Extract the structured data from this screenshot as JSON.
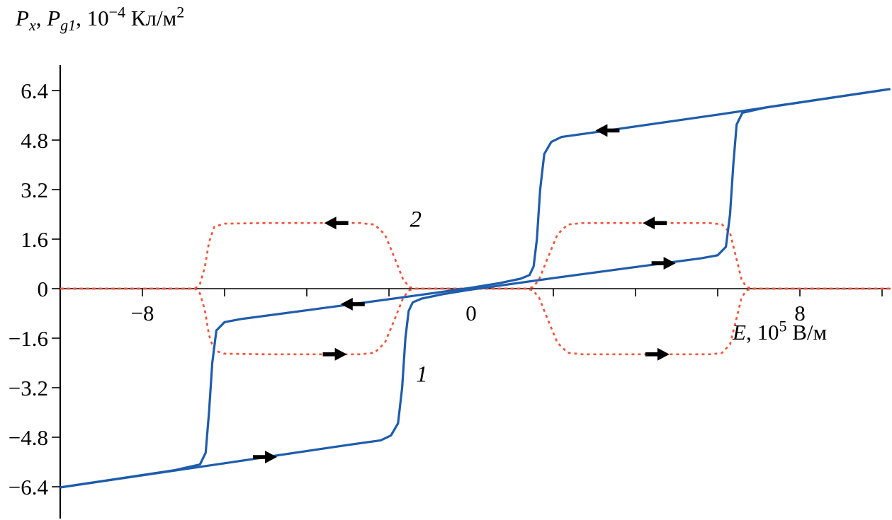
{
  "chart_data": {
    "type": "line",
    "title": "",
    "ylabel_text": "Px, Pg1, 10^−4 Кл/м^2",
    "xlabel_text": "E, 10^5 В/м",
    "ylabel_parts": {
      "p1": "P",
      "p1_sub": "x",
      "sep1": ", ",
      "p2": "P",
      "p2_sub": "g1",
      "sep2": ", 10",
      "exp": "−4",
      "units": " Кл/м",
      "units_exp": "2"
    },
    "xlabel_parts": {
      "e": "E",
      "rest": ", 10",
      "exp": "5",
      "units": " В/м"
    },
    "xlim": [
      -10.0,
      10.2
    ],
    "ylim": [
      -7.3,
      7.2
    ],
    "grid": false,
    "legend_position": "none",
    "x_ticks_labeled": [
      {
        "value": -8,
        "label": "−8"
      },
      {
        "value": 0,
        "label": "0"
      },
      {
        "value": 8,
        "label": "8"
      }
    ],
    "x_ticks_minor": [
      -8,
      -6,
      -4,
      -2,
      2,
      4,
      6,
      8,
      10
    ],
    "y_ticks": [
      {
        "value": 6.4,
        "label": "6.4"
      },
      {
        "value": 4.8,
        "label": "4.8"
      },
      {
        "value": 3.2,
        "label": "3.2"
      },
      {
        "value": 1.6,
        "label": "1.6"
      },
      {
        "value": 0,
        "label": "0"
      },
      {
        "value": -1.6,
        "label": "−1.6"
      },
      {
        "value": -3.2,
        "label": "−3.2"
      },
      {
        "value": -4.8,
        "label": "−4.8"
      },
      {
        "value": -6.4,
        "label": "−6.4"
      }
    ],
    "series": [
      {
        "id": "1",
        "name": "curve 1 (Px, double hysteresis loop)",
        "color": "#1e5cac",
        "dash": "solid",
        "width": 3.2,
        "label": "1",
        "label_pos": [
          -1.2,
          -3.0
        ],
        "branches": [
          [
            [
              -10.0,
              -6.42
            ],
            [
              -6.0,
              -5.64
            ],
            [
              -3.0,
              -5.05
            ],
            [
              -2.2,
              -4.9
            ],
            [
              -1.95,
              -4.74
            ],
            [
              -1.78,
              -4.35
            ],
            [
              -1.68,
              -3.2
            ],
            [
              -1.6,
              -1.6
            ],
            [
              -1.52,
              -0.72
            ],
            [
              -1.42,
              -0.44
            ],
            [
              -1.2,
              -0.32
            ],
            [
              -0.7,
              -0.18
            ],
            [
              0,
              -0.03
            ],
            [
              0.8,
              0.12
            ],
            [
              2.0,
              0.34
            ],
            [
              4.0,
              0.7
            ],
            [
              5.6,
              0.98
            ],
            [
              6.0,
              1.08
            ],
            [
              6.2,
              1.35
            ],
            [
              6.3,
              2.4
            ],
            [
              6.38,
              4.0
            ],
            [
              6.46,
              5.3
            ],
            [
              6.6,
              5.68
            ],
            [
              7.2,
              5.86
            ],
            [
              10.2,
              6.45
            ]
          ],
          [
            [
              10.2,
              6.45
            ],
            [
              6.0,
              5.62
            ],
            [
              3.0,
              5.05
            ],
            [
              2.2,
              4.9
            ],
            [
              1.95,
              4.74
            ],
            [
              1.78,
              4.35
            ],
            [
              1.68,
              3.2
            ],
            [
              1.6,
              1.6
            ],
            [
              1.52,
              0.72
            ],
            [
              1.42,
              0.44
            ],
            [
              1.2,
              0.32
            ],
            [
              0.7,
              0.18
            ],
            [
              0,
              0.03
            ],
            [
              -0.8,
              -0.12
            ],
            [
              -2.0,
              -0.34
            ],
            [
              -4.0,
              -0.7
            ],
            [
              -5.6,
              -0.98
            ],
            [
              -6.0,
              -1.08
            ],
            [
              -6.2,
              -1.35
            ],
            [
              -6.3,
              -2.4
            ],
            [
              -6.38,
              -4.0
            ],
            [
              -6.46,
              -5.3
            ],
            [
              -6.6,
              -5.68
            ],
            [
              -7.2,
              -5.86
            ],
            [
              -10.0,
              -6.42
            ]
          ]
        ]
      },
      {
        "id": "2",
        "name": "curve 2 (Pg1, dashed loops)",
        "color": "#f0543c",
        "dash": "4 5",
        "width": 2.7,
        "label": "2",
        "label_pos": [
          -1.35,
          2.0
        ],
        "branches": [
          [
            [
              -10.0,
              0
            ],
            [
              -6.72,
              0
            ],
            [
              -6.6,
              -0.15
            ],
            [
              -6.48,
              -0.7
            ],
            [
              -6.38,
              -1.5
            ],
            [
              -6.25,
              -2.0
            ],
            [
              -6.0,
              -2.1
            ],
            [
              -5.0,
              -2.12
            ],
            [
              -2.7,
              -2.12
            ],
            [
              -2.35,
              -2.07
            ],
            [
              -2.1,
              -1.75
            ],
            [
              -1.85,
              -0.95
            ],
            [
              -1.65,
              -0.28
            ],
            [
              -1.5,
              -0.05
            ],
            [
              -1.35,
              0
            ],
            [
              0,
              0
            ],
            [
              1.35,
              0
            ],
            [
              1.5,
              -0.05
            ],
            [
              1.65,
              -0.28
            ],
            [
              1.85,
              -0.95
            ],
            [
              2.1,
              -1.75
            ],
            [
              2.35,
              -2.07
            ],
            [
              2.7,
              -2.12
            ],
            [
              5.8,
              -2.12
            ],
            [
              6.1,
              -2.08
            ],
            [
              6.3,
              -1.8
            ],
            [
              6.45,
              -1.0
            ],
            [
              6.58,
              -0.3
            ],
            [
              6.7,
              -0.05
            ],
            [
              6.85,
              0
            ],
            [
              10.2,
              0
            ]
          ],
          [
            [
              10.2,
              0
            ],
            [
              6.85,
              0
            ],
            [
              6.7,
              0.05
            ],
            [
              6.58,
              0.3
            ],
            [
              6.45,
              1.0
            ],
            [
              6.3,
              1.8
            ],
            [
              6.1,
              2.08
            ],
            [
              5.8,
              2.12
            ],
            [
              2.7,
              2.12
            ],
            [
              2.35,
              2.07
            ],
            [
              2.1,
              1.75
            ],
            [
              1.85,
              0.95
            ],
            [
              1.65,
              0.28
            ],
            [
              1.5,
              0.05
            ],
            [
              1.35,
              0
            ],
            [
              0,
              0
            ],
            [
              -1.35,
              0
            ],
            [
              -1.5,
              0.05
            ],
            [
              -1.65,
              0.28
            ],
            [
              -1.85,
              0.95
            ],
            [
              -2.1,
              1.75
            ],
            [
              -2.35,
              2.07
            ],
            [
              -2.7,
              2.12
            ],
            [
              -5.0,
              2.12
            ],
            [
              -6.0,
              2.1
            ],
            [
              -6.25,
              2.0
            ],
            [
              -6.38,
              1.5
            ],
            [
              -6.48,
              0.7
            ],
            [
              -6.6,
              0.15
            ],
            [
              -6.72,
              0
            ],
            [
              -10.0,
              0
            ]
          ]
        ]
      }
    ],
    "arrows": [
      {
        "x": -5.0,
        "y": -5.44,
        "dir": "right",
        "on": "1"
      },
      {
        "x": -2.9,
        "y": -0.5,
        "dir": "left",
        "on": "1"
      },
      {
        "x": 3.3,
        "y": 5.11,
        "dir": "left",
        "on": "1"
      },
      {
        "x": 4.7,
        "y": 0.82,
        "dir": "right",
        "on": "1"
      },
      {
        "x": -3.3,
        "y": 2.12,
        "dir": "left",
        "on": "2"
      },
      {
        "x": -3.3,
        "y": -2.12,
        "dir": "right",
        "on": "2"
      },
      {
        "x": 4.45,
        "y": 2.12,
        "dir": "left",
        "on": "2"
      },
      {
        "x": 4.55,
        "y": -2.12,
        "dir": "right",
        "on": "2"
      }
    ],
    "colors": {
      "axis": "#000000",
      "curve1": "#1e5cac",
      "curve2": "#f0543c",
      "arrow": "#000000",
      "background": "#ffffff"
    }
  }
}
